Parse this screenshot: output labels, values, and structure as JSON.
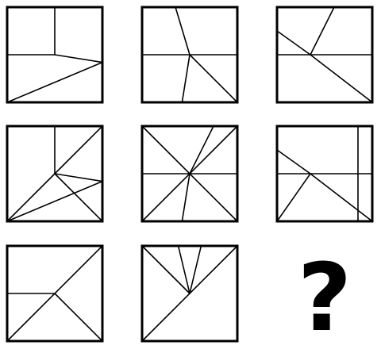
{
  "puzzle": {
    "colors": {
      "stroke": "#000000",
      "background": "#ffffff"
    },
    "answer_symbol": "?",
    "panels": [
      {
        "id": "r1c1",
        "lines": [
          [
            0.5,
            0,
            0.5,
            0.5
          ],
          [
            0,
            0.5,
            0.5,
            0.5
          ],
          [
            0.5,
            0.5,
            1,
            0.58
          ],
          [
            0,
            1,
            1,
            0.58
          ]
        ]
      },
      {
        "id": "r1c2",
        "lines": [
          [
            0.35,
            0,
            0.5,
            0.5
          ],
          [
            0,
            0.5,
            1,
            0.5
          ],
          [
            0.5,
            0.5,
            0.42,
            1
          ],
          [
            0.5,
            0.5,
            1,
            1
          ]
        ]
      },
      {
        "id": "r1c3",
        "lines": [
          [
            0,
            0.25,
            0.35,
            0.5
          ],
          [
            0.35,
            0.5,
            1,
            1
          ],
          [
            0,
            0.5,
            1,
            0.5
          ],
          [
            0.35,
            0.5,
            0.6,
            0
          ]
        ]
      },
      {
        "id": "r2c1",
        "lines": [
          [
            0.5,
            0,
            0.5,
            0.5
          ],
          [
            0,
            1,
            0.5,
            0.5
          ],
          [
            0.5,
            0.5,
            1,
            0
          ],
          [
            0.5,
            0.5,
            1,
            0.58
          ],
          [
            0,
            1,
            1,
            0.58
          ],
          [
            0.5,
            0.5,
            1,
            1
          ]
        ]
      },
      {
        "id": "r2c2",
        "lines": [
          [
            0,
            0,
            1,
            1
          ],
          [
            1,
            0,
            0,
            1
          ],
          [
            0,
            0.5,
            1,
            0.5
          ],
          [
            0.5,
            0.5,
            0.75,
            0
          ],
          [
            0.5,
            0.5,
            0.42,
            1
          ]
        ]
      },
      {
        "id": "r2c3",
        "lines": [
          [
            0,
            0.25,
            0.35,
            0.5
          ],
          [
            0.35,
            0.5,
            1,
            1
          ],
          [
            0,
            0.5,
            1,
            0.5
          ],
          [
            0.35,
            0.5,
            0,
            1
          ],
          [
            0.85,
            0,
            0.85,
            1
          ]
        ]
      },
      {
        "id": "r3c1",
        "lines": [
          [
            0,
            0.5,
            0.5,
            0.5
          ],
          [
            1,
            0,
            0,
            1
          ],
          [
            0.5,
            0.5,
            1,
            1
          ]
        ]
      },
      {
        "id": "r3c2",
        "lines": [
          [
            0,
            0,
            0.5,
            0.5
          ],
          [
            1,
            0,
            0,
            1
          ],
          [
            0.5,
            0.5,
            0.38,
            0
          ],
          [
            0.5,
            0.5,
            0.62,
            0
          ]
        ]
      },
      {
        "id": "r3c3",
        "lines": []
      }
    ]
  }
}
